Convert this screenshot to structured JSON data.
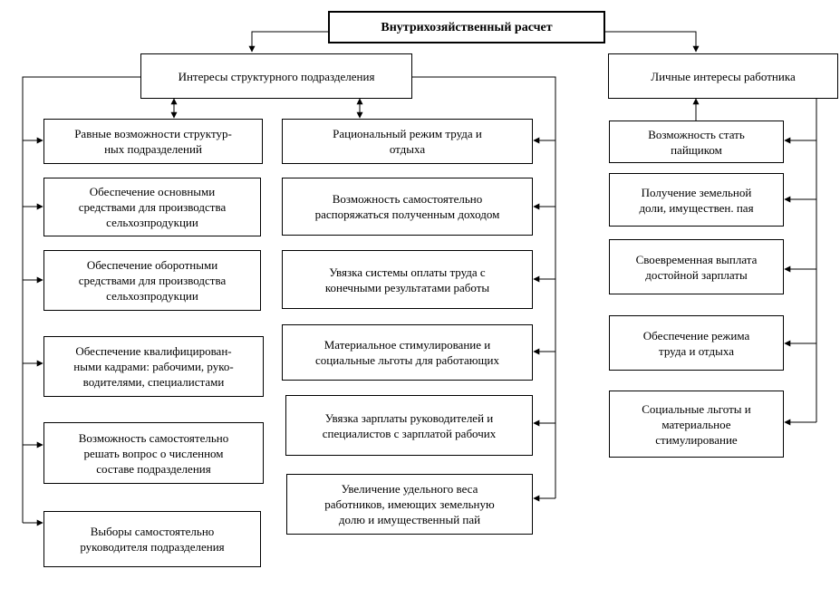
{
  "title": "Внутрихозяйственный расчет",
  "unit_interests": {
    "label": "Интересы структурного подразделения",
    "left_column": [
      "Равные возможности структур-\nных подразделений",
      "Обеспечение основными\nсредствами для производства\nсельхозпродукции",
      "Обеспечение оборотными\nсредствами для производства\nсельхозпродукции",
      "Обеспечение квалифицирован-\nными кадрами: рабочими, руко-\nводителями, специалистами",
      "Возможность самостоятельно\nрешать вопрос о численном\nсоставе подразделения",
      "Выборы самостоятельно\nруководителя подразделения"
    ],
    "middle_column": [
      "Рациональный режим труда и\nотдыха",
      "Возможность самостоятельно\nраспоряжаться полученным доходом",
      "Увязка системы оплаты труда с\nконечными результатами работы",
      "Материальное стимулирование и\nсоциальные льготы для работающих",
      "Увязка зарплаты руководителей и\nспециалистов с зарплатой рабочих",
      "Увеличение удельного веса\nработников, имеющих земельную\nдолю и имущественный пай"
    ]
  },
  "worker_interests": {
    "label": "Личные интересы работника",
    "items": [
      "Возможность стать\nпайщиком",
      "Получение земельной\nдоли, имуществен. пая",
      "Своевременная выплата\nдостойной зарплаты",
      "Обеспечение режима\nтруда и отдыха",
      "Социальные льготы и\nматериальное\nстимулирование"
    ]
  }
}
